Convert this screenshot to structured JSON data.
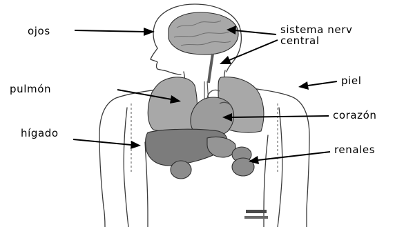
{
  "labels": {
    "eyes": "ojos",
    "cns_line1": "sistema nerv",
    "cns_line2": "central",
    "lung": "pulmón",
    "skin": "piel",
    "heart": "corazón",
    "liver": "hígado",
    "kidneys": "renales"
  },
  "colors": {
    "outline": "#3a3a3a",
    "organ_fill": "#a8a8a8",
    "organ_dark": "#7c7c7c",
    "arrow": "#000000",
    "label": "#000000"
  }
}
